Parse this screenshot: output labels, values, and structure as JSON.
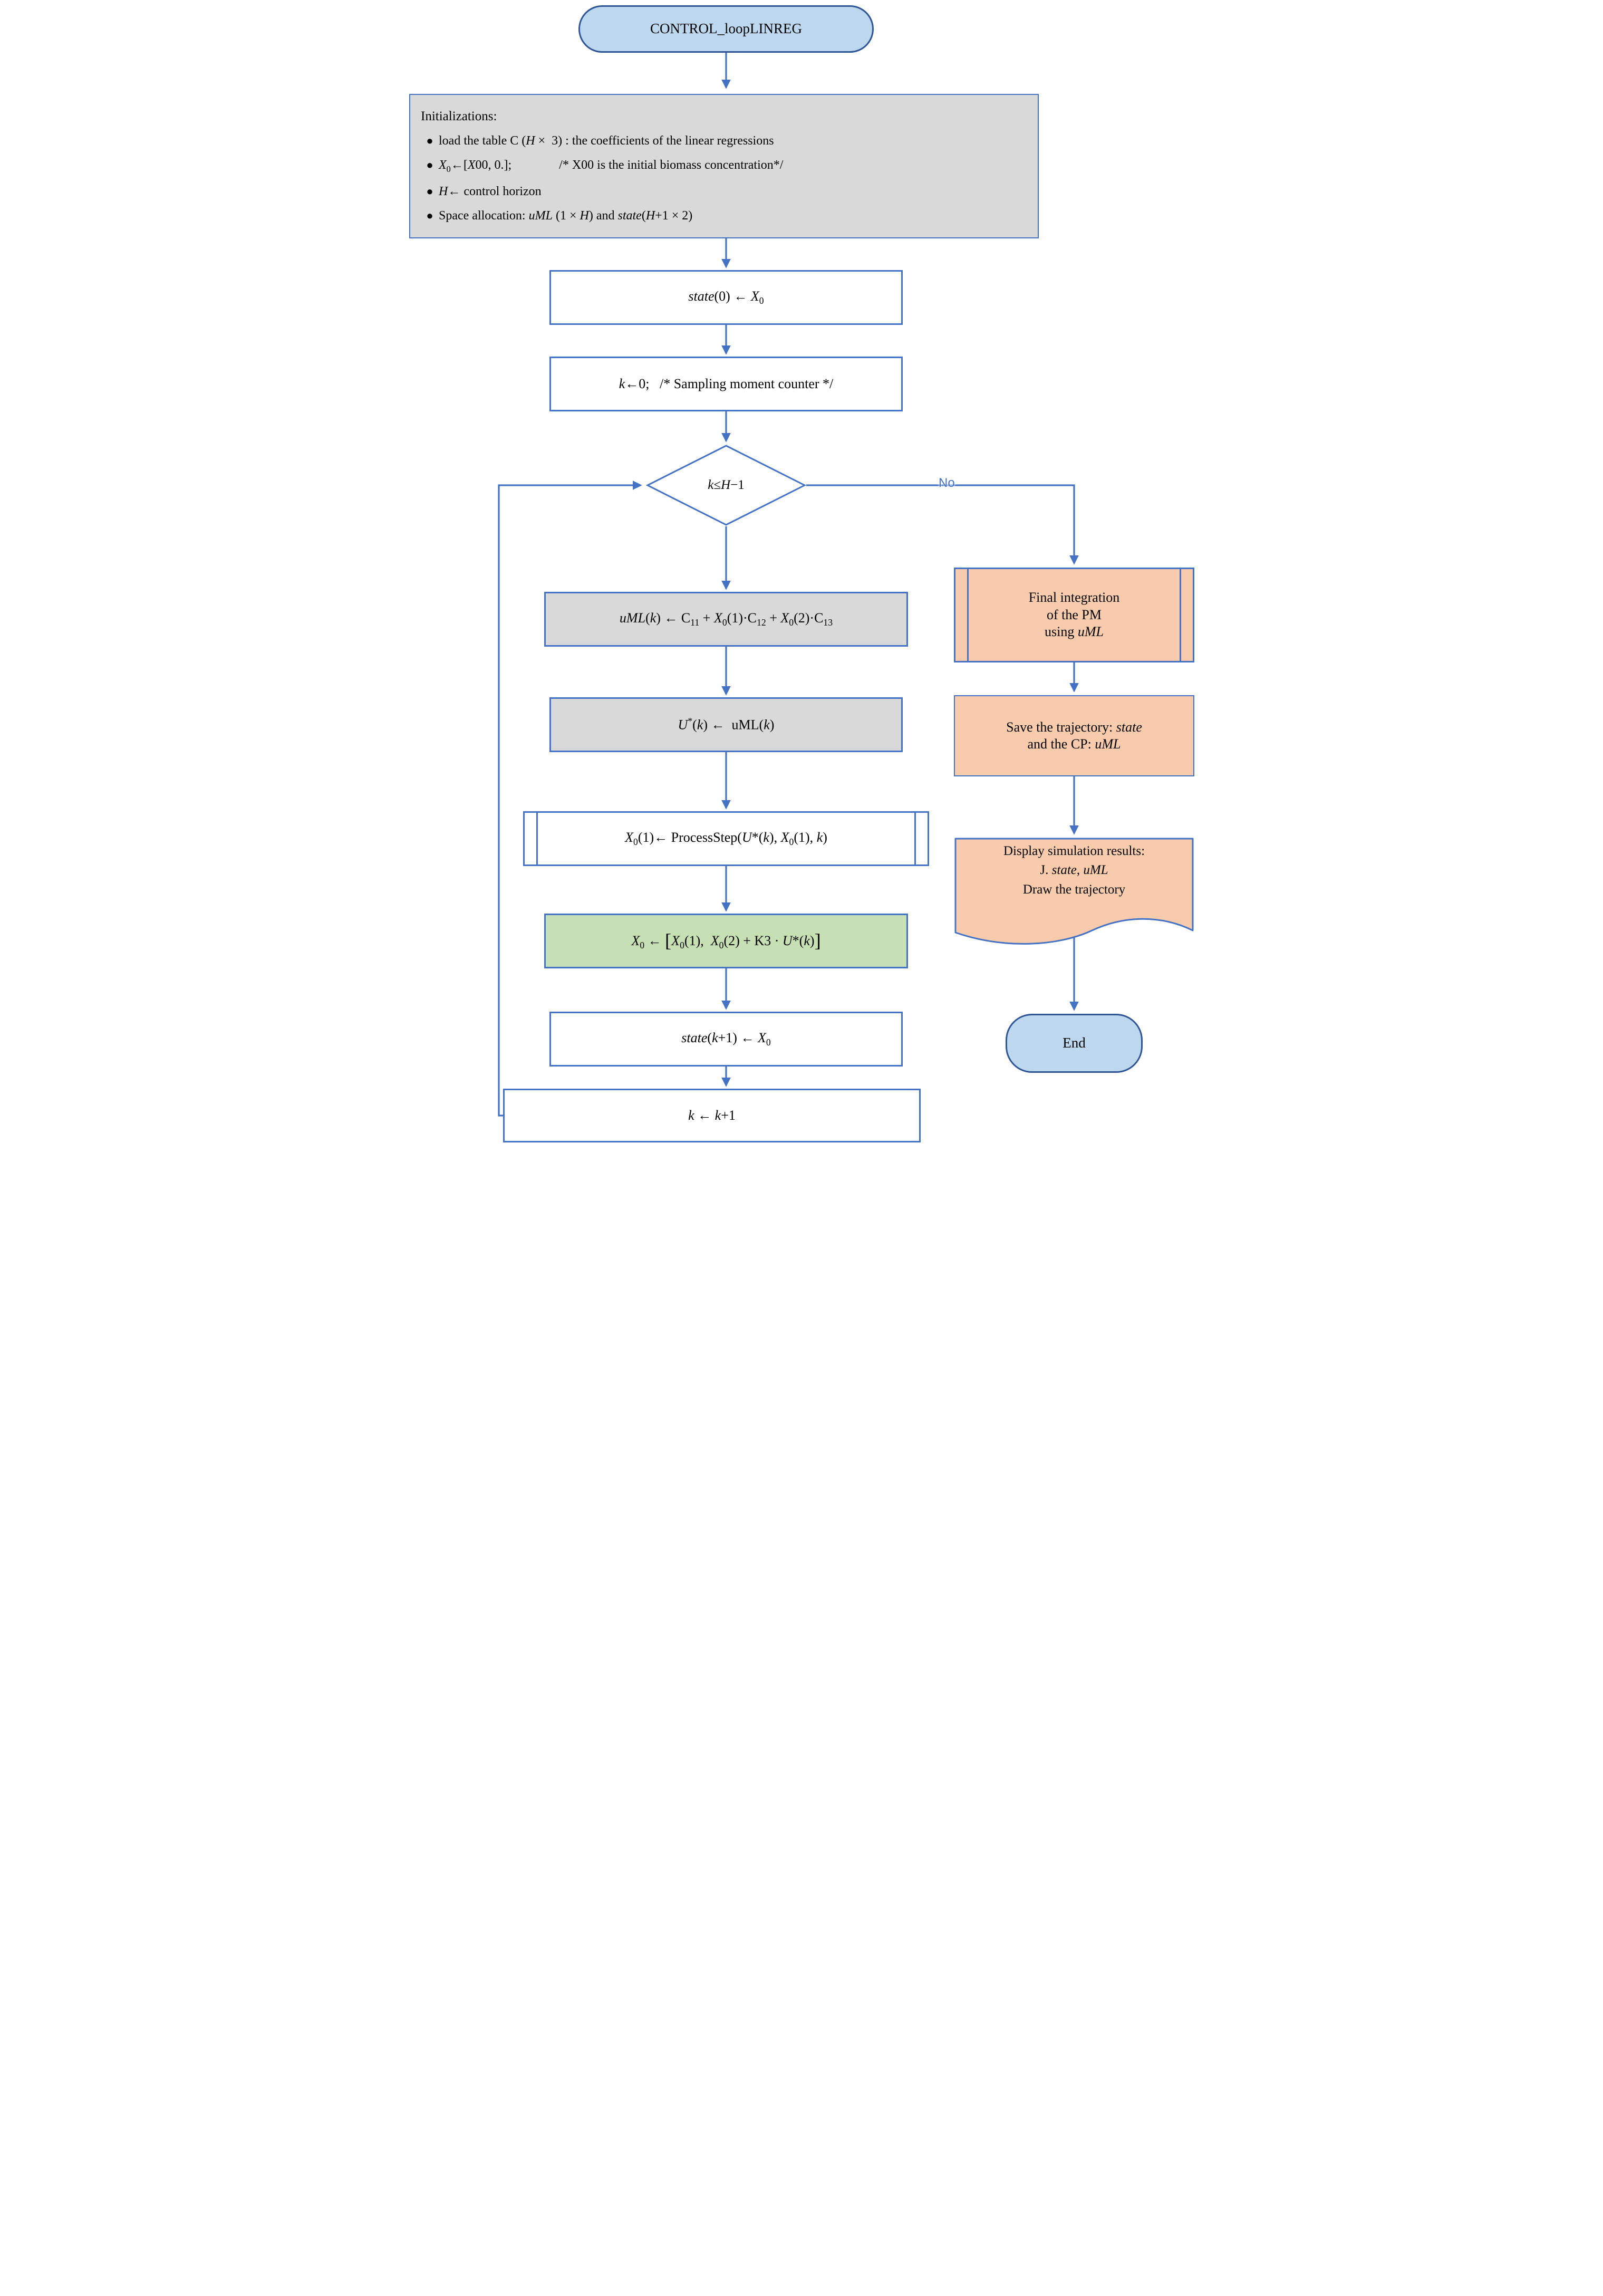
{
  "palette": {
    "line_blue": "#4472C4",
    "terminator_fill": "#BDD7EE",
    "terminator_border": "#2F5597",
    "gray_fill": "#D9D9D9",
    "orange_fill": "#F8CBAD",
    "green_fill": "#C6E0B4",
    "white_fill": "#FFFFFF",
    "text_color": "#000000"
  },
  "flowchart": {
    "start": {
      "label": "CONTROL_loopLINREG"
    },
    "init": {
      "title": "Initializations:",
      "bullets": [
        "load the table C (<i>H</i> &#215;&nbsp; 3) : the coefficients of the linear regressions",
        "<i>X</i><sub>0</sub>&#8592;[<i>X</i>00, 0.];&nbsp;&nbsp;&nbsp;&nbsp;&nbsp;&nbsp;&nbsp;&nbsp;&nbsp;&nbsp;&nbsp;&nbsp;&nbsp;&nbsp; /* X00 is the initial biomass concentration*/",
        "<i>H</i>&#8592; control horizon",
        "Space allocation: <i>uML</i> (1 &#215; <i>H</i>) and <i>state</i>(<i>H</i>+1 &#215; 2)"
      ]
    },
    "state0": {
      "formula_html": "<i>state</i>(0) &#8592; <i>X</i><sub>0</sub>"
    },
    "k0": {
      "formula_html": "<i>k</i>&#8592;0;&nbsp;&nbsp; /* Sampling moment counter */"
    },
    "decision": {
      "condition_html": "<i>k</i>&#8804;<i>H</i>&#8722;1"
    },
    "no_branch_label": "No",
    "uml": {
      "formula_html": "<i>uML</i>(<i>k</i>) &#8592; C<sub>11</sub> + <i>X</i><sub>0</sub>(1)&#183;C<sub>12</sub> + <i>X</i><sub>0</sub>(2)&#183;C<sub>13</sub>"
    },
    "ustar": {
      "formula_html": "<i>U</i><sup>*</sup>(<i>k</i>) &#8592;&nbsp; uML(<i>k</i>)"
    },
    "process_step": {
      "formula_html": "<i>X</i><sub>0</sub>(1)&#8592; ProcessStep(<i>U</i>*(<i>k</i>), <i>X</i><sub>0</sub>(1), <i>k</i>)"
    },
    "assign_x0": {
      "formula_html": "<i>X</i><sub>0</sub> &#8592; <span class=\"br\">[</span><i>X</i><sub>0</sub>(1),&nbsp; <i>X</i><sub>0</sub>(2) + K3 &#183; <i>U</i>*(<i>k</i>)<span class=\"br\">]</span>"
    },
    "state_k1": {
      "formula_html": "<i>state</i>(<i>k</i>+1) &#8592; <i>X</i><sub>0</sub>"
    },
    "k_inc": {
      "formula_html": "<i>k</i> &#8592; <i>k</i>+1"
    },
    "final_integration": {
      "lines": [
        "Final integration",
        "of the PM",
        "using <i>uML</i>"
      ]
    },
    "save_trajectory": {
      "lines": [
        "Save the trajectory: <i>state</i>",
        "and the CP: <i>uML</i>"
      ]
    },
    "display_results": {
      "lines": [
        "Display simulation results:",
        "J. <i>state</i>, <i>uML</i>",
        "Draw the trajectory"
      ]
    },
    "end": {
      "label": "End"
    }
  }
}
